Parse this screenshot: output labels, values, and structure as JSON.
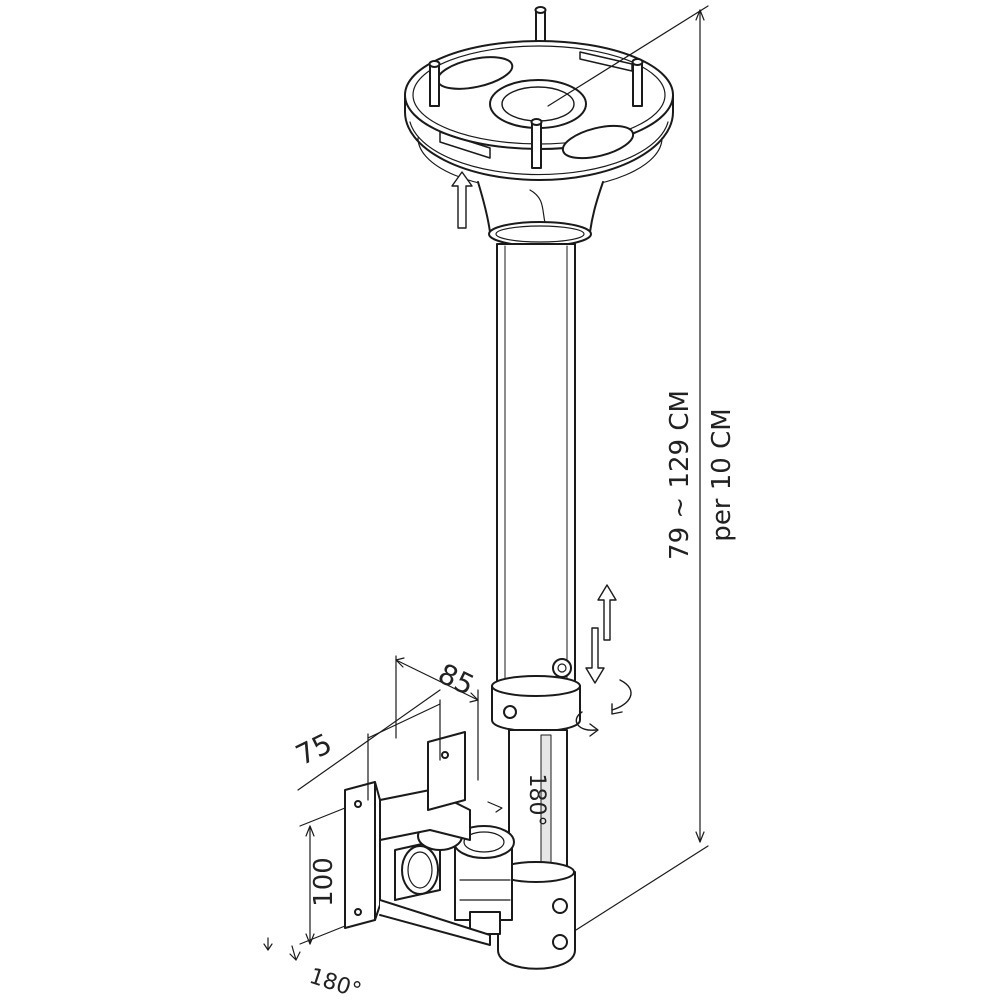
{
  "diagram": {
    "kind": "ceiling-mount technical line drawing",
    "colors": {
      "line": "#1a1a1a",
      "fill": "#ffffff",
      "shade": "#e6e6e6"
    }
  },
  "dimensions": {
    "height_range": "79 ~ 129 CM",
    "height_step": "per 10 CM",
    "depth": "85",
    "width": "75",
    "plate_height": "100",
    "tilt_angle": "180°",
    "swivel_angle": "180°"
  }
}
